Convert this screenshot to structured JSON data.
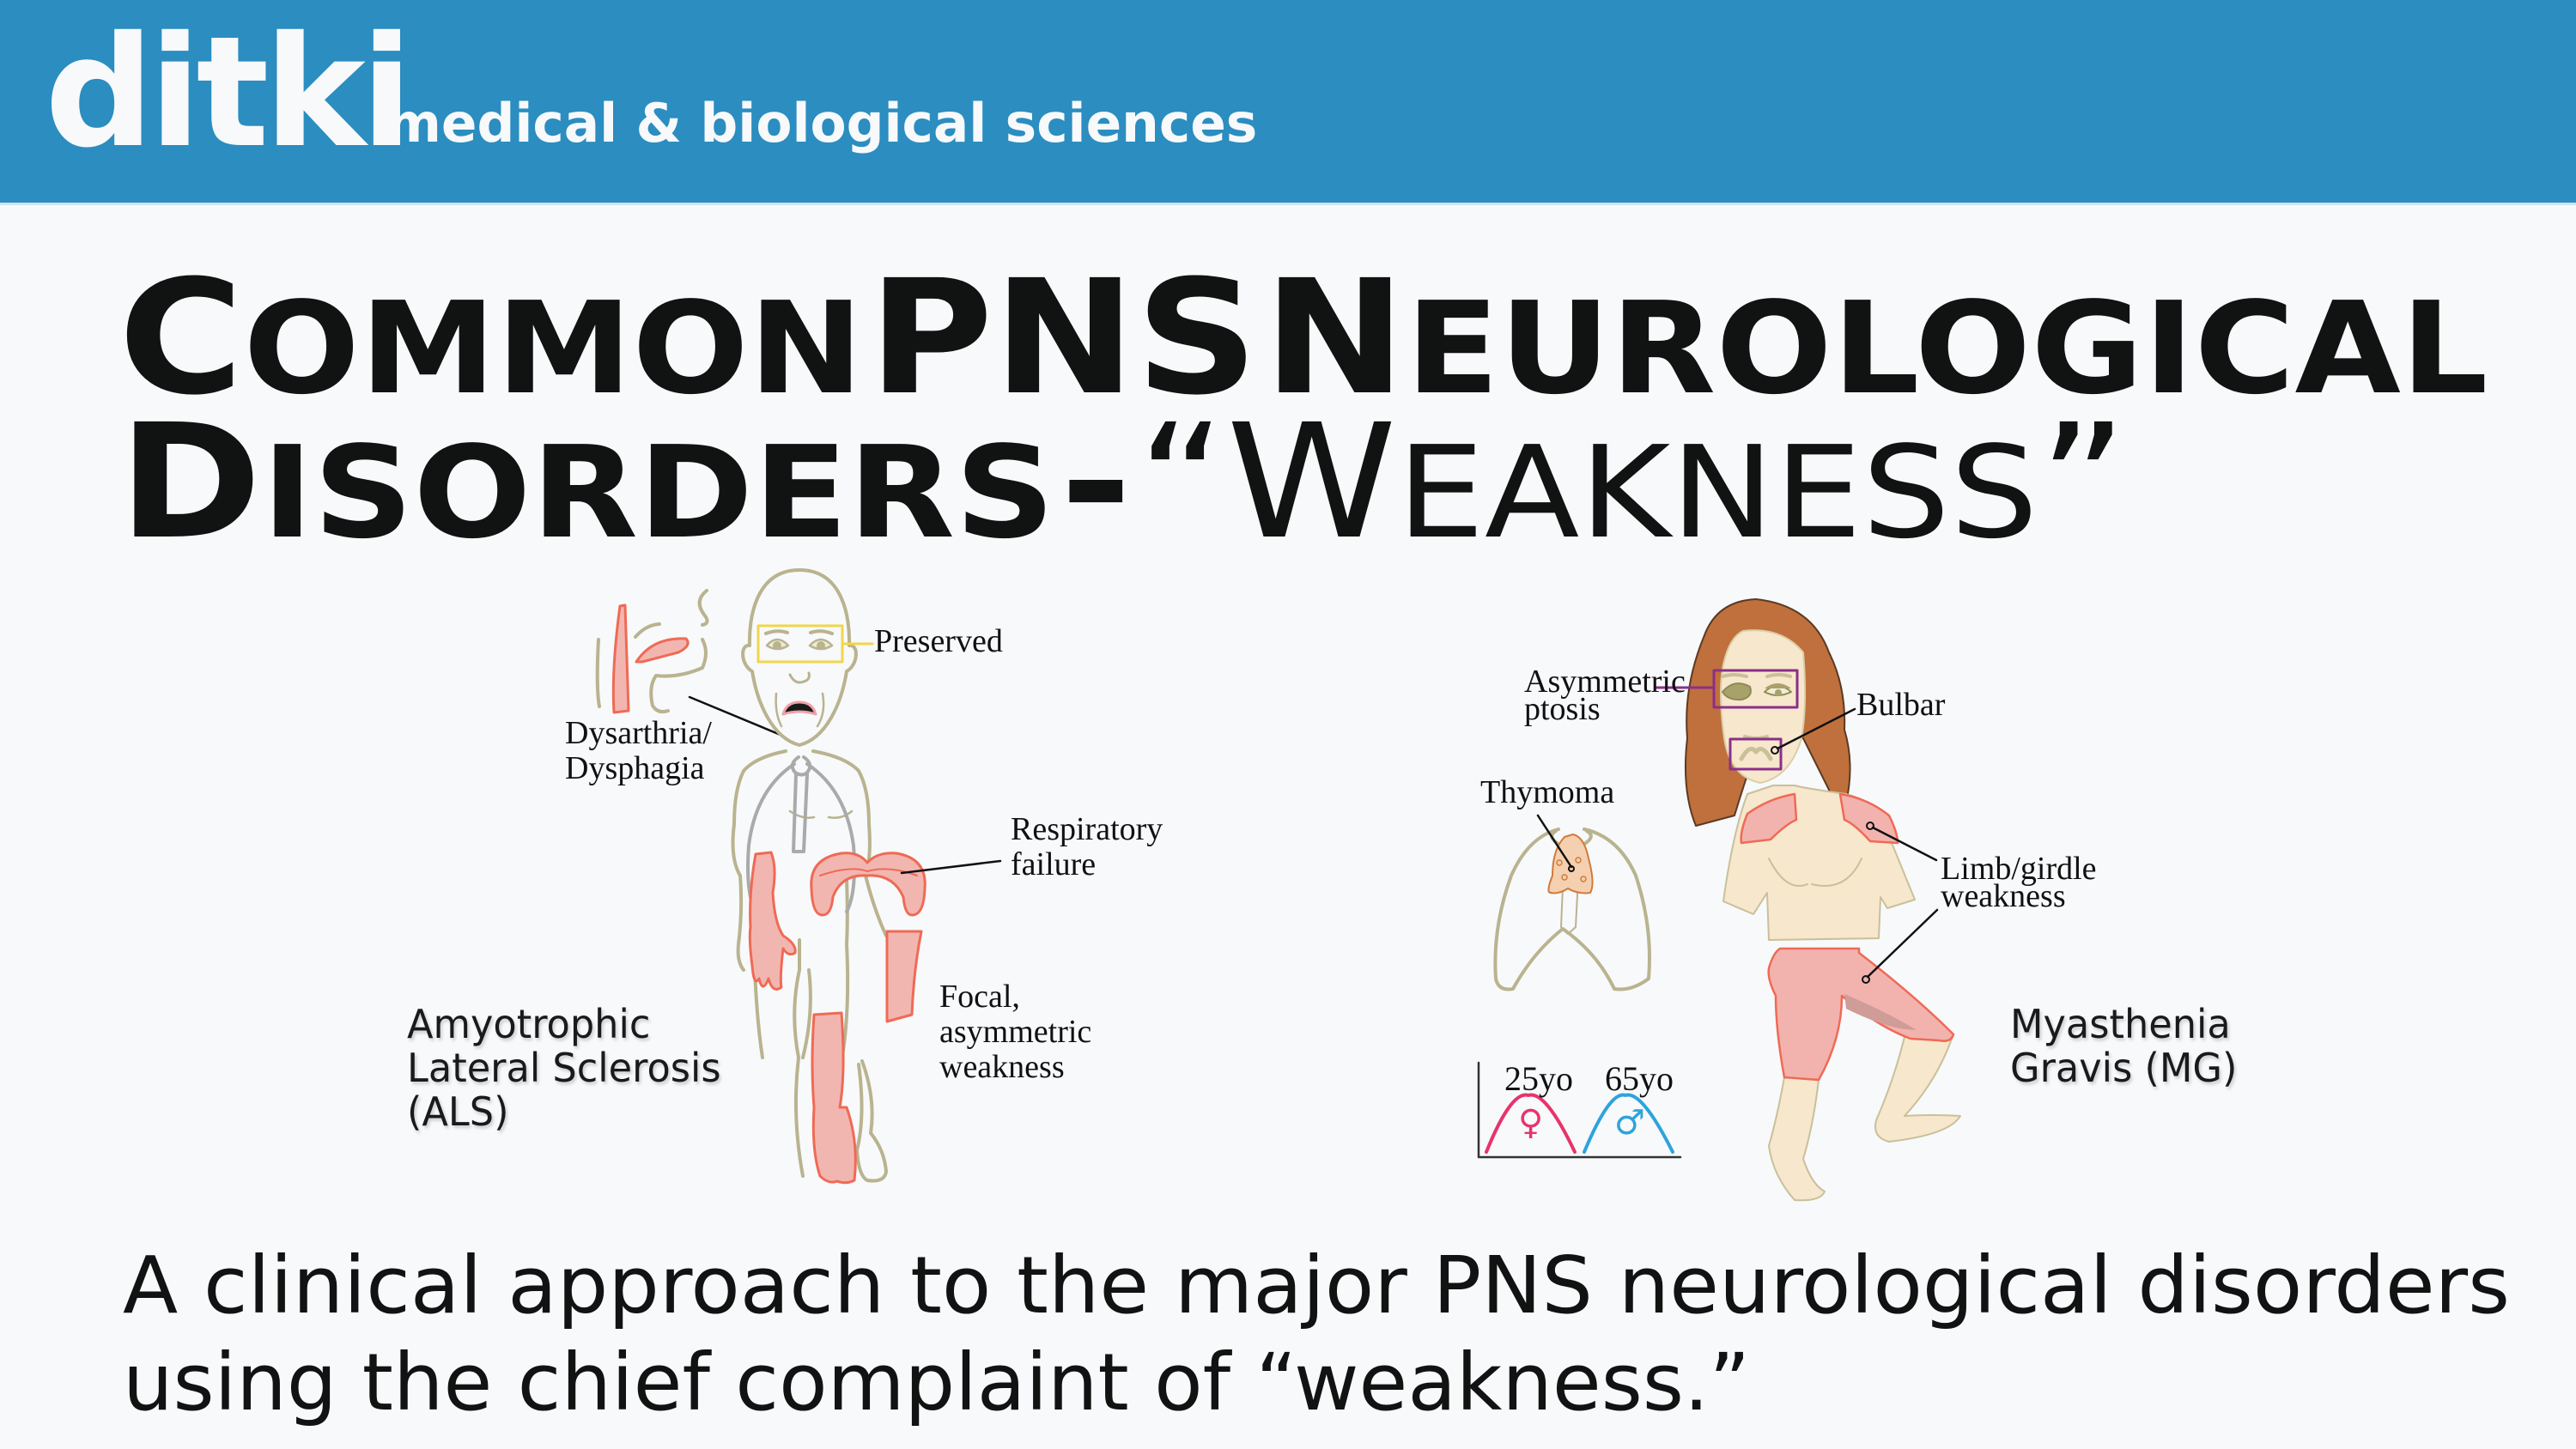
{
  "header": {
    "logo": "ditki",
    "tagline": "medical & biological sciences",
    "background_color": "#2b8dc0"
  },
  "title": {
    "line1": {
      "w1_first": "C",
      "w1_rest": "OMMON",
      "w2": "PNS",
      "w3_first": "N",
      "w3_rest": "EUROLOGICAL"
    },
    "line2": {
      "w1_first": "D",
      "w1_rest": "ISORDERS",
      "dash": "-",
      "w2_open_quote": "“",
      "w2_first": "W",
      "w2_rest": "EAKNESS",
      "w2_close_quote": "”"
    },
    "full_text": "Common PNS Neurological Disorders - “Weakness”"
  },
  "als": {
    "name_lines": [
      "Amyotrophic",
      "Lateral Sclerosis",
      "(ALS)"
    ],
    "annotations": {
      "preserved": "Preserved",
      "dysarthria": [
        "Dysarthria/",
        "Dysphagia"
      ],
      "respiratory": [
        "Respiratory",
        "failure"
      ],
      "focal": [
        "Focal,",
        "asymmetric",
        "weakness"
      ]
    },
    "colors": {
      "outline": "#b9b38f",
      "affected_fill": "#f2b6b1",
      "affected_stroke": "#ef6a55",
      "preserved_box": "#f1d64a",
      "lungs": "#a9aaaa"
    }
  },
  "mg": {
    "name_lines": [
      "Myasthenia",
      "Gravis (MG)"
    ],
    "annotations": {
      "ptosis": [
        "Asymmetric",
        "ptosis"
      ],
      "bulbar": "Bulbar",
      "thymoma": "Thymoma",
      "limb": [
        "Limb/girdle",
        "weakness"
      ]
    },
    "demographics": {
      "female_peak_label": "25yo",
      "male_peak_label": "65yo",
      "female_symbol": "♀",
      "male_symbol": "♂",
      "female_color": "#e8336b",
      "male_color": "#2ea3dc"
    },
    "colors": {
      "skin": "#f7e7cc",
      "hair": "#c0703c",
      "affected_fill": "#f2b3ae",
      "highlight_box": "#8b2f8a",
      "thymus": "#f5d0b0"
    }
  },
  "subtitle": {
    "line1": "A clinical approach to the major PNS neurological disorders",
    "line2": "using the chief complaint of “weakness.”"
  }
}
